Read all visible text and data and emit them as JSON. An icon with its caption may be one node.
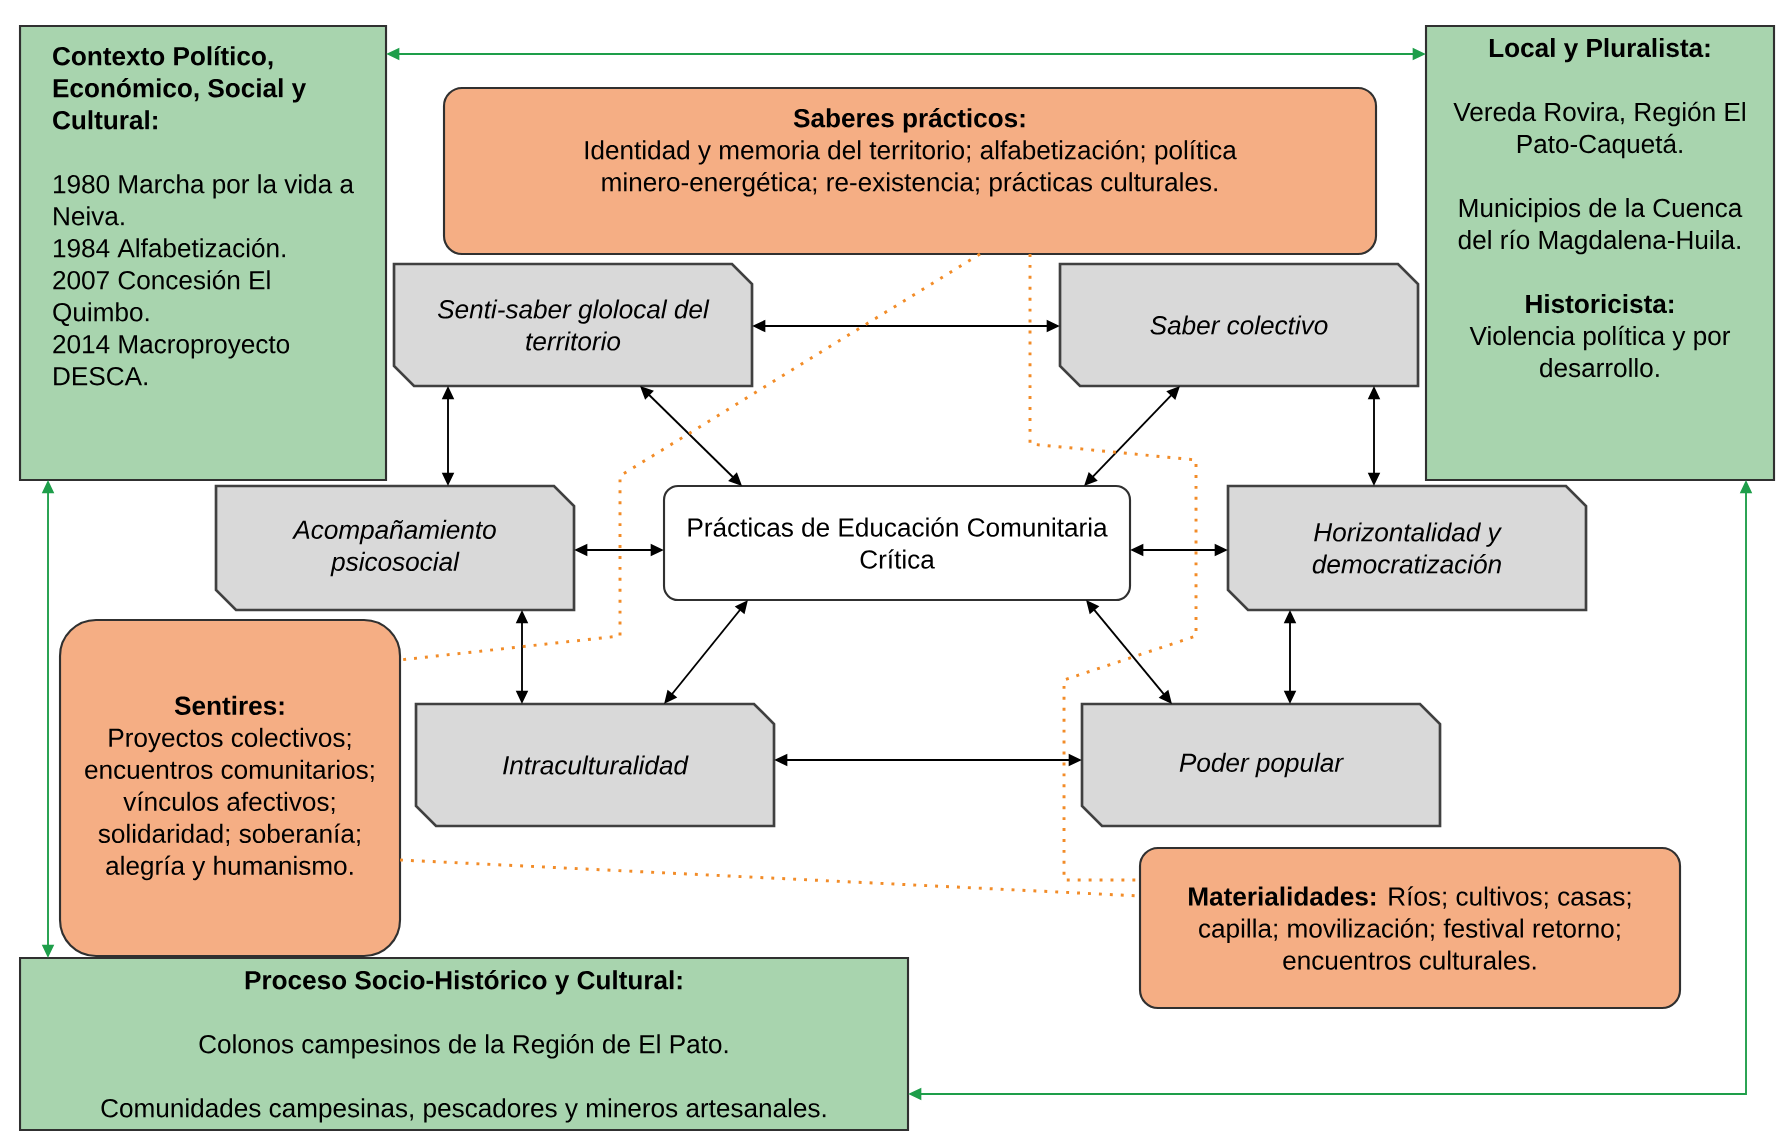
{
  "diagram": {
    "nodes": [
      {
        "text": [
          "Contexto Político, Económico, Social y Cultural:",
          "1980 Marcha por la vida a Neiva.",
          "1984 Alfabetización.",
          "2007 Concesión El Quimbo.",
          "2014 Macroproyecto DESCA."
        ]
      },
      {
        "text": [
          "Local y Pluralista:",
          "Vereda Rovira, Región El Pato-Caquetá.",
          "Municipios de la Cuenca del río Magdalena-Huila.",
          "Historicista:",
          "Violencia política y por desarrollo."
        ]
      },
      {
        "text": [
          "Saberes prácticos:",
          "Identidad y memoria del territorio; alfabetización; política minero-energética; re-existencia; prácticas culturales."
        ]
      },
      {
        "text": [
          "Senti-saber glolocal del territorio"
        ]
      },
      {
        "text": [
          "Saber colectivo"
        ]
      },
      {
        "text": [
          "Acompañamiento psicosocial"
        ]
      },
      {
        "text": [
          "Prácticas de Educación Comunitaria Crítica"
        ]
      },
      {
        "text": [
          "Horizontalidad y democratización"
        ]
      },
      {
        "text": [
          "Sentires:",
          "Proyectos colectivos; encuentros comunitarios; vínculos afectivos; solidaridad; soberanía; alegría y humanismo."
        ]
      },
      {
        "text": [
          "Intraculturalidad"
        ]
      },
      {
        "text": [
          "Poder popular"
        ]
      },
      {
        "text": [
          "**Materialidades:** Ríos; cultivos; casas; capilla; movilización; festival retorno; encuentros culturales."
        ]
      },
      {
        "text": [
          "Proceso Socio-Histórico y Cultural:",
          "Colonos campesinos de la Región de El Pato.",
          "Comunidades campesinas, pescadores y mineros artesanales."
        ]
      }
    ],
    "edges": [
      {
        "from": 0,
        "to": 1,
        "arrow": "both",
        "color": "#1e9e4a"
      },
      {
        "from": 0,
        "to": 12,
        "arrow": "both",
        "color": "#1e9e4a"
      },
      {
        "from": 1,
        "to": 12,
        "arrow": "both",
        "color": "#1e9e4a"
      },
      {
        "from": 3,
        "to": 4,
        "arrow": "both"
      },
      {
        "from": 3,
        "to": 5,
        "arrow": "both"
      },
      {
        "from": 3,
        "to": 6,
        "arrow": "both"
      },
      {
        "from": 4,
        "to": 6,
        "arrow": "both"
      },
      {
        "from": 4,
        "to": 7,
        "arrow": "both"
      },
      {
        "from": 5,
        "to": 6,
        "arrow": "both"
      },
      {
        "from": 6,
        "to": 7,
        "arrow": "both"
      },
      {
        "from": 5,
        "to": 9,
        "arrow": "both"
      },
      {
        "from": 6,
        "to": 9,
        "arrow": "both"
      },
      {
        "from": 6,
        "to": 10,
        "arrow": "both"
      },
      {
        "from": 7,
        "to": 10,
        "arrow": "both"
      },
      {
        "from": 9,
        "to": 10,
        "arrow": "both"
      },
      {
        "from": 2,
        "to": 8,
        "arrow": "none",
        "style": "dashed",
        "color": "#f28c28"
      },
      {
        "from": 2,
        "to": 11,
        "arrow": "none",
        "style": "dashed",
        "color": "#f28c28"
      },
      {
        "from": 8,
        "to": 11,
        "arrow": "none",
        "style": "dashed",
        "color": "#f28c28"
      }
    ]
  }
}
